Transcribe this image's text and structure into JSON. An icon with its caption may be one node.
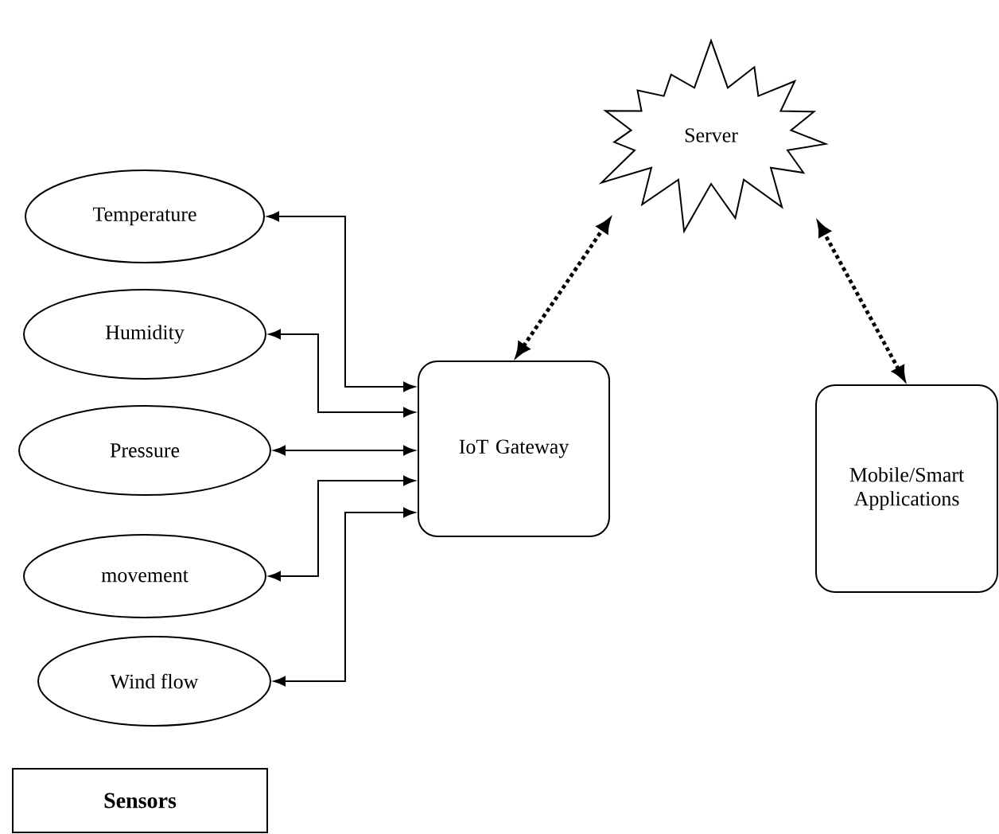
{
  "diagram": {
    "nodes": [
      {
        "text": [
          "Temperature"
        ]
      },
      {
        "text": [
          "Humidity"
        ]
      },
      {
        "text": [
          "Pressure"
        ]
      },
      {
        "text": [
          "movement"
        ]
      },
      {
        "text": [
          "Wind flow"
        ]
      },
      {
        "text": [
          "IoT Gateway"
        ]
      },
      {
        "text": [
          "Server"
        ]
      },
      {
        "text": [
          "Mobile/Smart Applications"
        ]
      },
      {
        "text": [
          "Sensors"
        ]
      }
    ],
    "edges": [
      {
        "from": 5,
        "to": 0,
        "arrow": "both"
      },
      {
        "from": 5,
        "to": 1,
        "arrow": "both"
      },
      {
        "from": 5,
        "to": 2,
        "arrow": "both"
      },
      {
        "from": 5,
        "to": 3,
        "arrow": "both"
      },
      {
        "from": 5,
        "to": 4,
        "arrow": "both"
      },
      {
        "from": 5,
        "to": 6,
        "arrow": "both",
        "style": "dashed"
      },
      {
        "from": 7,
        "to": 6,
        "arrow": "both",
        "style": "dashed"
      }
    ]
  }
}
